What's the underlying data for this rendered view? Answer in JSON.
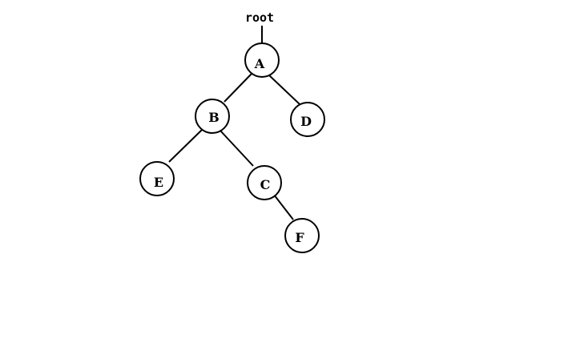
{
  "diagram": {
    "root_label": "root",
    "nodes": {
      "A": {
        "label": "A"
      },
      "B": {
        "label": "B"
      },
      "C": {
        "label": "C"
      },
      "D": {
        "label": "D"
      },
      "E": {
        "label": "E"
      },
      "F": {
        "label": "F"
      }
    },
    "edges": [
      {
        "from": "A",
        "to": "B"
      },
      {
        "from": "A",
        "to": "D"
      },
      {
        "from": "B",
        "to": "E"
      },
      {
        "from": "B",
        "to": "C"
      },
      {
        "from": "C",
        "to": "F"
      }
    ]
  }
}
